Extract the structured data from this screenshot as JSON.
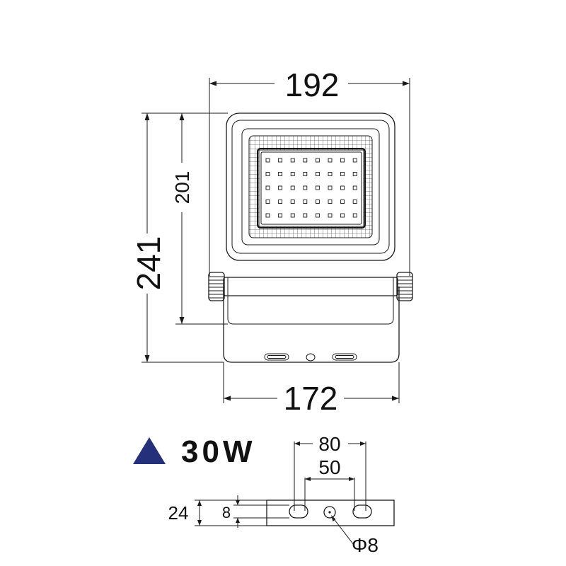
{
  "dimensions": {
    "overall_width": "192",
    "housing_height": "201",
    "overall_height": "241",
    "bracket_width": "172"
  },
  "model": {
    "power_label": "30W",
    "marker_color": "#25307a"
  },
  "bracket_detail": {
    "slot_spacing_outer": "80",
    "slot_spacing_inner": "50",
    "bracket_depth": "24",
    "slot_width": "8",
    "hole_diameter": "Φ8"
  }
}
